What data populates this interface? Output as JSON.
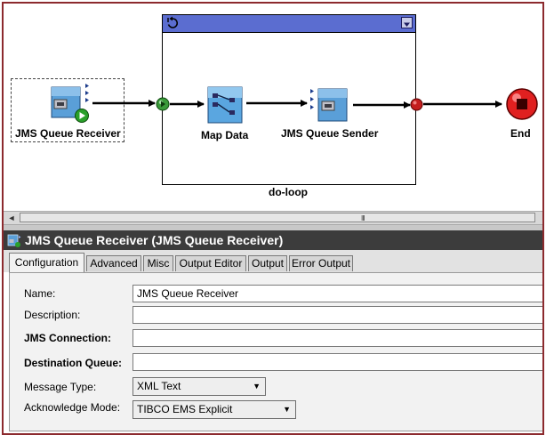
{
  "canvas": {
    "group": {
      "label": "do-loop"
    },
    "nodes": {
      "receiver": {
        "label": "JMS Queue Receiver"
      },
      "map": {
        "label": "Map Data"
      },
      "sender": {
        "label": "JMS Queue Sender"
      },
      "end": {
        "label": "End"
      }
    },
    "icons": {
      "loop": "loop-arrow-icon",
      "collapse": "chevron-down-icon",
      "receiver": "jms-receiver-icon",
      "map": "map-data-icon",
      "sender": "jms-sender-icon",
      "end": "stop-icon"
    }
  },
  "scrollbar": {
    "left_arrow": "◄",
    "grip": "III"
  },
  "panel": {
    "title": "JMS Queue Receiver (JMS Queue Receiver)",
    "title_icon": "jms-receiver-icon"
  },
  "tabs": [
    {
      "label": "Configuration",
      "active": true
    },
    {
      "label": "Advanced"
    },
    {
      "label": "Misc"
    },
    {
      "label": "Output Editor"
    },
    {
      "label": "Output"
    },
    {
      "label": "Error Output"
    }
  ],
  "form": {
    "name": {
      "label": "Name:",
      "value": "JMS Queue Receiver"
    },
    "description": {
      "label": "Description:",
      "value": ""
    },
    "jms_connection": {
      "label": "JMS Connection:",
      "value": ""
    },
    "destination_queue": {
      "label": "Destination Queue:",
      "value": ""
    },
    "message_type": {
      "label": "Message Type:",
      "value": "XML Text"
    },
    "acknowledge_mode": {
      "label": "Acknowledge Mode:",
      "value": "TIBCO EMS Explicit"
    }
  },
  "colors": {
    "frame": "#8c2a2e",
    "group_header": "#5b6dd0",
    "start_transition": "#3a9a3a",
    "end_transition": "#c41e1e",
    "end_node": "#e02020",
    "panel_title_bg": "#3c3c3c"
  }
}
